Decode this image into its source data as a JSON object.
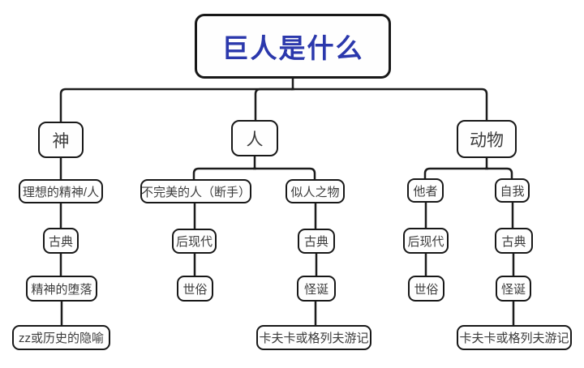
{
  "colors": {
    "title_text": "#2b38ac",
    "line": "#1c1c1c",
    "node_background": "#fefefe",
    "node_text": "#3c3c3c"
  },
  "root": "巨人是什么",
  "branches": {
    "god": {
      "label": "神",
      "chain": [
        "理想的精神/人",
        "古典",
        "精神的堕落",
        "zz或历史的隐喻"
      ]
    },
    "human": {
      "label": "人",
      "sub_branches": {
        "imperfect": {
          "chain": [
            "不完美的人（断手）",
            "后现代",
            "世俗"
          ]
        },
        "humanoid": {
          "chain": [
            "似人之物",
            "古典",
            "怪诞",
            "卡夫卡或格列夫游记"
          ]
        }
      }
    },
    "animal": {
      "label": "动物",
      "sub_branches": {
        "other": {
          "chain": [
            "他者",
            "后现代",
            "世俗"
          ]
        },
        "self": {
          "chain": [
            "自我",
            "古典",
            "怪诞",
            "卡夫卡或格列夫游记"
          ]
        }
      }
    }
  }
}
